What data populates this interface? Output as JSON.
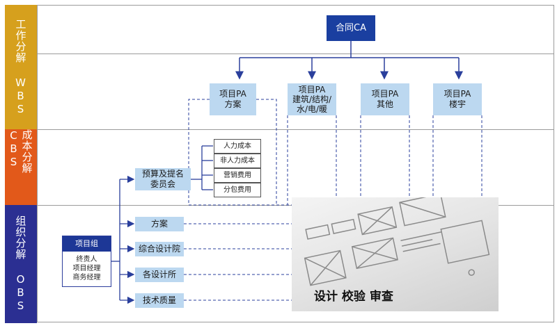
{
  "bands": {
    "wbs": "工作分解 WBS",
    "cbs": "成本分解CBS",
    "obs": "组织分解 OBS"
  },
  "ca": {
    "label": "合同CA"
  },
  "pa": [
    {
      "label": "项目PA\n方案"
    },
    {
      "label": "项目PA\n建筑/结构/\n水/电/暖"
    },
    {
      "label": "项目PA\n其他"
    },
    {
      "label": "项目PA\n楼宇"
    }
  ],
  "cost_items": [
    "人力成本",
    "非人力成本",
    "营销费用",
    "分包费用"
  ],
  "committee": {
    "label": "预算及提名\n委员会"
  },
  "obs_items": [
    "方案",
    "综合设计院",
    "各设计所",
    "技术质量"
  ],
  "team": {
    "title": "项目组",
    "members": [
      "终责人",
      "项目经理",
      "商务经理"
    ]
  },
  "photo": {
    "caption": "设计 校验 审查"
  },
  "colors": {
    "wbs": "#d6a01d",
    "cbs": "#e2591a",
    "obs": "#2b2f92",
    "ca": "#1a3fa0",
    "box": "#bcd8f0",
    "line": "#2a3f9c"
  }
}
